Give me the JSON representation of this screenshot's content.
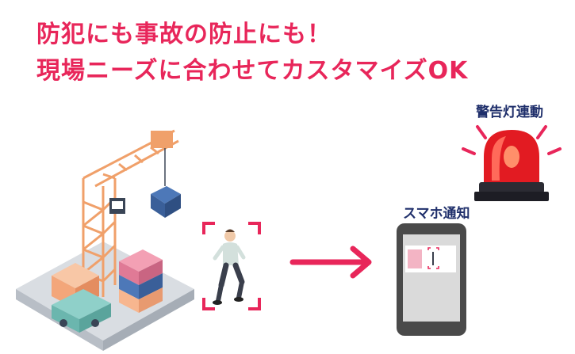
{
  "headline": {
    "line1": "防犯にも事故の防止にも！",
    "line2": "現場ニーズに合わせてカスタマイズOK"
  },
  "labels": {
    "warning_light": "警告灯連動",
    "smartphone": "スマホ通知"
  },
  "colors": {
    "accent": "#e8265a",
    "label": "#1f2f6b",
    "arrow": "#e8265a",
    "phone": "#4a4a4a"
  }
}
